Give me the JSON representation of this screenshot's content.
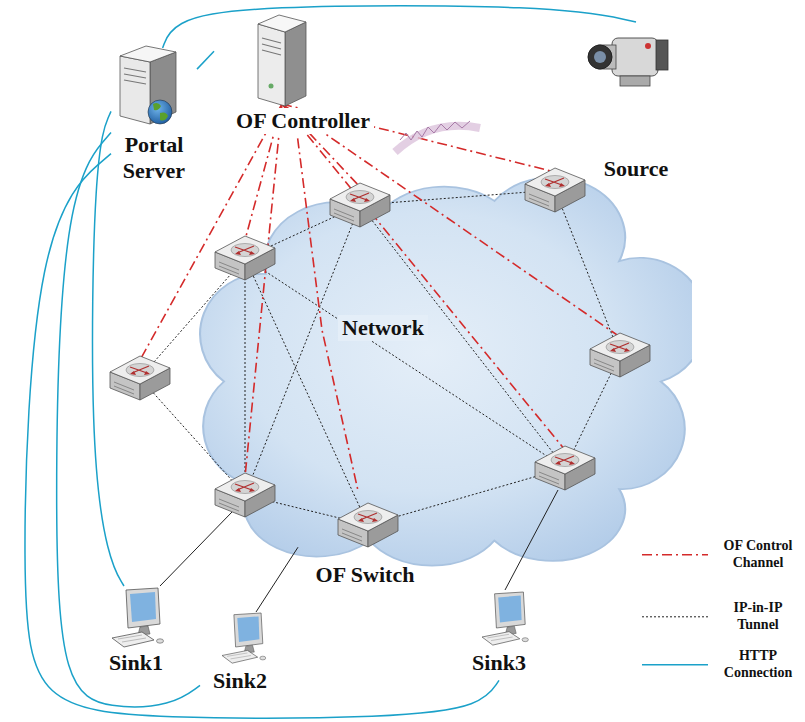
{
  "diagram": {
    "nodes": [
      {
        "text": [
          "Portal Server"
        ]
      },
      {
        "text": [
          "OF Controller"
        ]
      },
      {
        "text": [
          "Source"
        ]
      },
      {
        "text": [
          "Network"
        ]
      },
      {
        "text": [
          "OF Switch"
        ]
      },
      {
        "text": [
          "Sink1"
        ]
      },
      {
        "text": [
          "Sink2"
        ]
      },
      {
        "text": [
          "Sink3"
        ]
      }
    ],
    "edges": [
      {
        "from": 0,
        "to": 1,
        "arrow": "none"
      },
      {
        "from": 0,
        "to": 2,
        "arrow": "none"
      },
      {
        "from": 0,
        "to": 5,
        "arrow": "none"
      },
      {
        "from": 0,
        "to": 6,
        "arrow": "none"
      },
      {
        "from": 0,
        "to": 7,
        "arrow": "none"
      },
      {
        "from": 1,
        "to": 4,
        "arrow": "none"
      },
      {
        "from": 6,
        "to": 4,
        "arrow": "none"
      }
    ],
    "legend": [
      {
        "text": "OF Control Channel"
      },
      {
        "text": "IP-in-IP Tunnel"
      },
      {
        "text": "HTTP Connection"
      }
    ]
  }
}
